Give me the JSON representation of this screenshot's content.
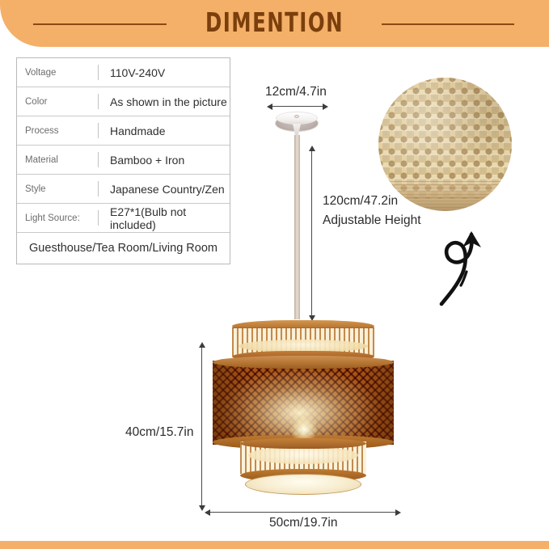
{
  "header": {
    "title": "DIMENTION"
  },
  "spec_table": {
    "rows": [
      {
        "key": "Voltage",
        "value": "110V-240V"
      },
      {
        "key": "Color",
        "value": "As shown in the picture"
      },
      {
        "key": "Process",
        "value": "Handmade"
      },
      {
        "key": "Material",
        "value": "Bamboo + Iron"
      },
      {
        "key": "Style",
        "value": "Japanese Country/Zen"
      },
      {
        "key": "Light Source:",
        "value": "E27*1(Bulb not included)"
      }
    ],
    "merged_row": "Guesthouse/Tea Room/Living Room"
  },
  "dimensions": {
    "canopy_width": "12cm/4.7in",
    "cord_length": "120cm/47.2in",
    "cord_note": "Adjustable Height",
    "shade_height": "40cm/15.7in",
    "shade_width": "50cm/19.7in"
  },
  "detail_callout": {
    "icon": "curly-arrow-up-icon",
    "subject": "rattan-cane-weave-closeup"
  },
  "colors": {
    "banner": "#f4b069",
    "banner_text": "#7b3f0d",
    "rule": "#8a4a10",
    "table_border": "#b9b9b9",
    "key_text": "#6c6c6c",
    "value_text": "#2f2f2f",
    "dimension_line": "#4a4a4a",
    "shade_wood": "#b0702f",
    "shade_weave_light": "#f6e3b4",
    "rattan_light": "#f0e0bc",
    "rattan_hole": "#a98b5a"
  }
}
